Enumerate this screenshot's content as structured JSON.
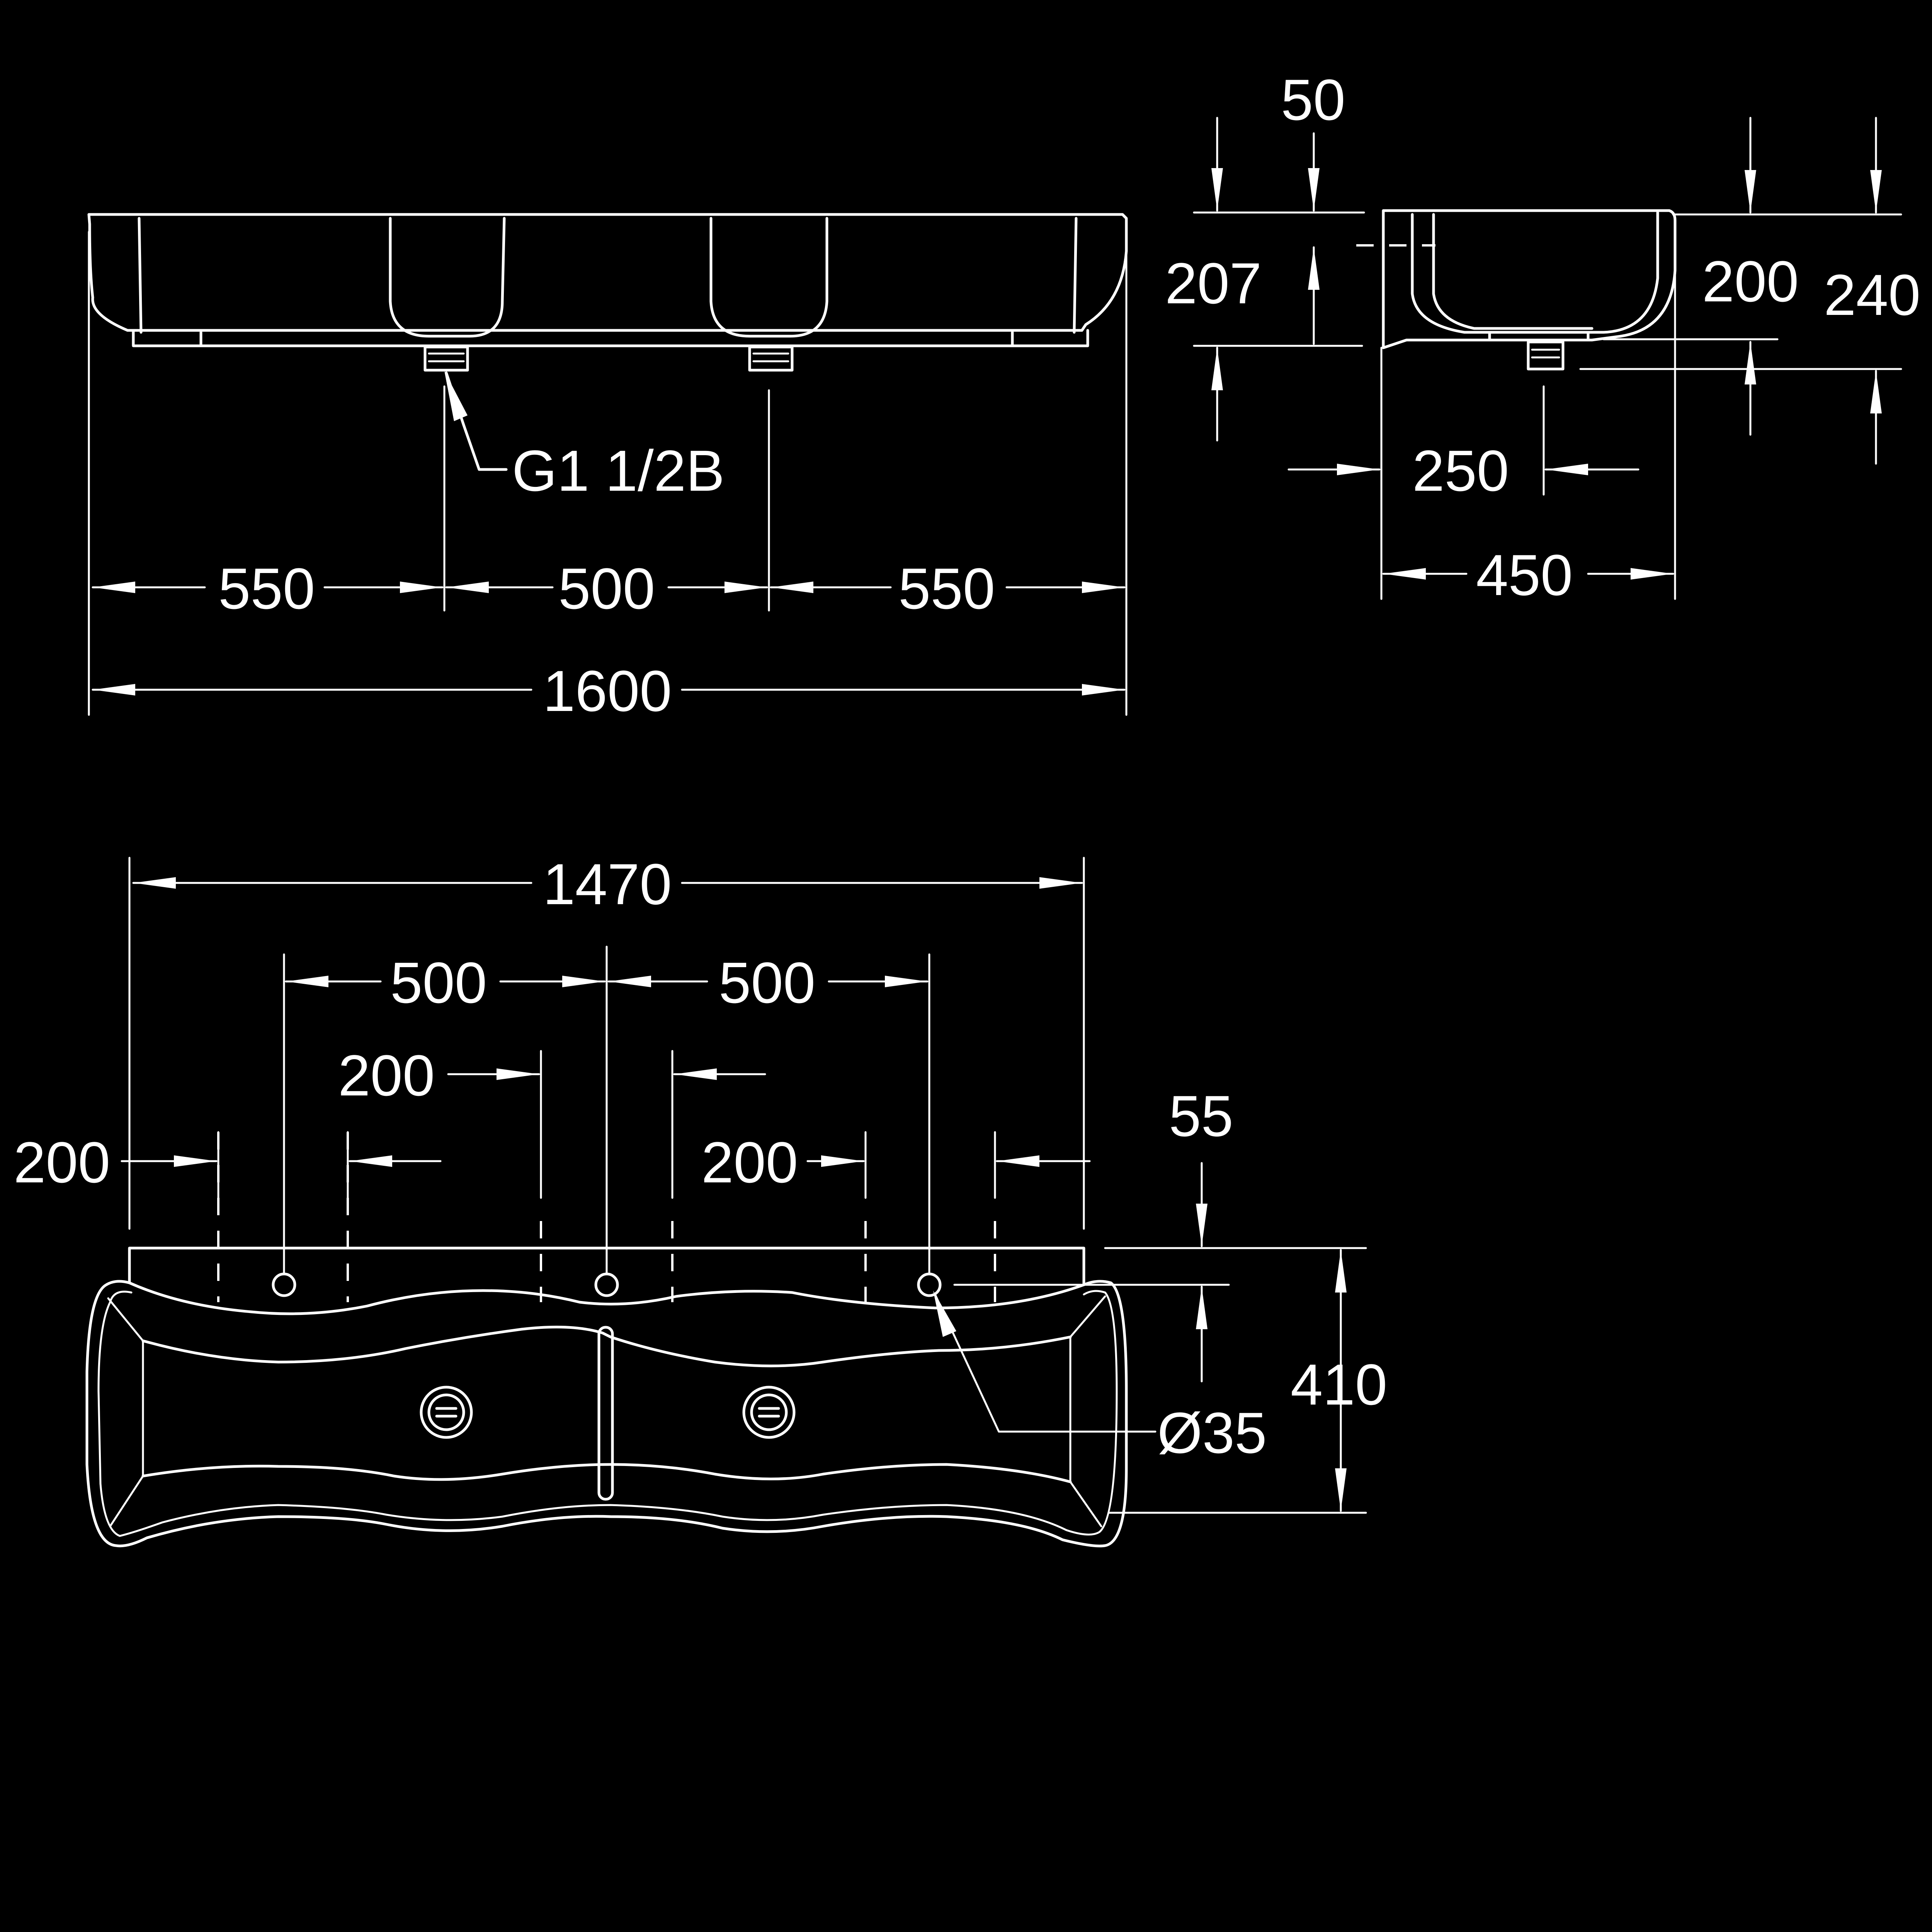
{
  "front_view": {
    "thread_label": "G1 1/2B",
    "dims": {
      "seg_left": "550",
      "seg_middle": "500",
      "seg_right": "550",
      "total_width": "1600"
    }
  },
  "side_view": {
    "dims": {
      "top_offset": "50",
      "rim_height": "207",
      "basin_depth": "200",
      "overall_height": "240",
      "outlet_offset": "250",
      "depth": "450"
    }
  },
  "top_view": {
    "dims": {
      "overall_length": "1470",
      "tap_spacing_left": "500",
      "tap_spacing_right": "500",
      "zone_inner_left": "200",
      "zone_outer_left": "200",
      "zone_inner_right": "200",
      "back_edge": "55",
      "overall_depth": "410",
      "tap_hole_diameter": "Ø35"
    }
  },
  "colors": {
    "background": "#000000",
    "line": "#ffffff"
  }
}
